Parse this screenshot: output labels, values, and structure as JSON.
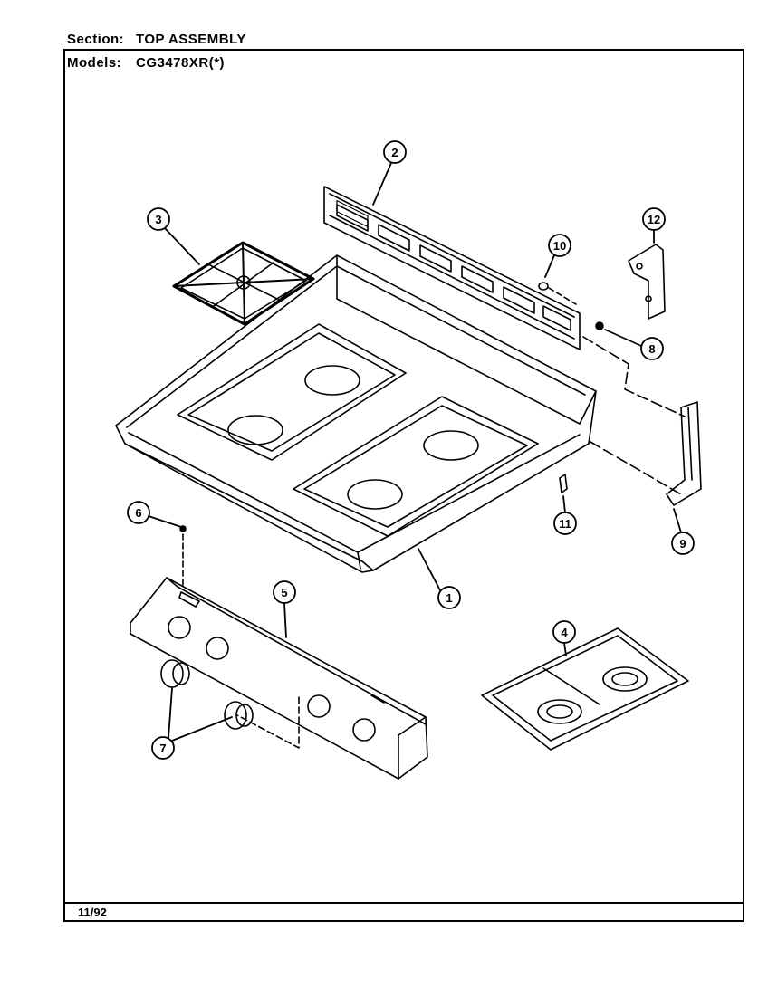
{
  "header": {
    "section_label": "Section:",
    "section_value": "TOP ASSEMBLY",
    "models_label": "Models:",
    "models_value": "CG3478XR(*)"
  },
  "footer": {
    "date": "11/92"
  },
  "callouts": [
    "1",
    "2",
    "3",
    "4",
    "5",
    "6",
    "7",
    "8",
    "9",
    "10",
    "11",
    "12"
  ]
}
